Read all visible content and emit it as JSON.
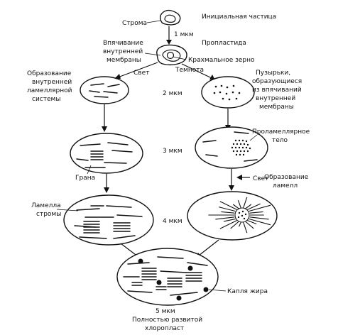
{
  "labels": {
    "stroma": "Строма",
    "initial_particle": "Инициальная частица",
    "size_1": "1 мкм",
    "invagination_l1": "Впячивание",
    "invagination_l2": "внутренней",
    "invagination_l3": "мембраны",
    "proplastid": "Пропластида",
    "starch_grain": "Крахмальное зерно",
    "formation_left_l1": "Образование",
    "formation_left_l2": "внутренней",
    "formation_left_l3": "ламеллярной",
    "formation_left_l4": "системы",
    "light_top": "Свет",
    "darkness": "Темнота",
    "vesicles_l1": "Пузырьки,",
    "vesicles_l2": "образующиеся",
    "vesicles_l3": "из впячиваний",
    "vesicles_l4": "внутренней",
    "vesicles_l5": "мембраны",
    "size_2": "2 мкм",
    "prolamellar_l1": "Проламеллярное",
    "prolamellar_l2": "тело",
    "size_3": "3 мкм",
    "grana": "Грана",
    "light_right": "Свет",
    "stroma_lamella_l1": "Ламелла",
    "stroma_lamella_l2": "стромы",
    "lamellae_formation_l1": "Образование",
    "lamellae_formation_l2": "ламелл",
    "size_4": "4 мкм",
    "fat_droplet": "Капля жира",
    "size_5": "5 мкм",
    "mature_l1": "Полностью развитой",
    "mature_l2": "хлоропласт"
  }
}
